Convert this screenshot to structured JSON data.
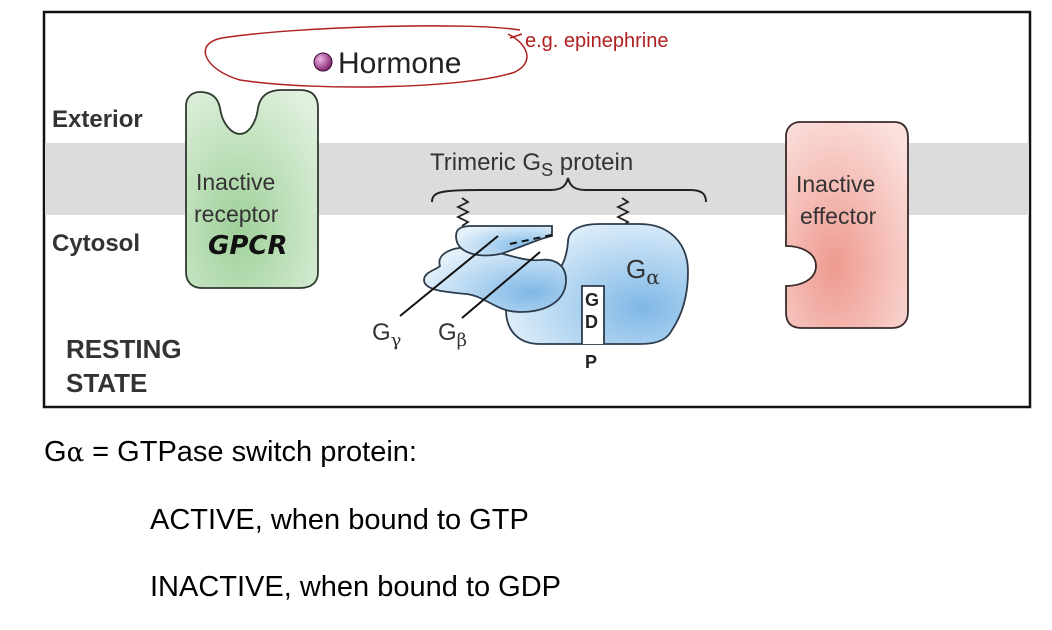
{
  "diagram": {
    "hormone_label": "Hormone",
    "annotation": "e.g. epinephrine",
    "exterior_label": "Exterior",
    "cytosol_label": "Cytosol",
    "receptor_label_line1": "Inactive",
    "receptor_label_line2": "receptor",
    "receptor_handwritten": "GPCR",
    "gs_title_prefix": "Trimeric G",
    "gs_title_sub": "S",
    "gs_title_suffix": "protein",
    "effector_line1": "Inactive",
    "effector_line2": "effector",
    "g_letter": "G",
    "alpha_sub": "α",
    "beta_sub": "β",
    "gamma_sub": "γ",
    "gdp_g": "G",
    "gdp_d": "D",
    "gdp_p": "P",
    "state_line1": "RESTING",
    "state_line2": "STATE"
  },
  "caption": {
    "line1_symbol_g": "G",
    "line1_symbol_alpha": "α",
    "line1_rest": " = GTPase switch protein:",
    "line2": "ACTIVE, when bound to GTP",
    "line3": "INACTIVE, when bound to GDP"
  },
  "colors": {
    "membrane": "#dcdcdc",
    "receptor_fill": "#b9ddb3",
    "g_protein_fill": "#a9d1ef",
    "effector_fill": "#f3b2a8",
    "hormone_fill": "#8e2a78",
    "annotation_red": "#b02020"
  }
}
